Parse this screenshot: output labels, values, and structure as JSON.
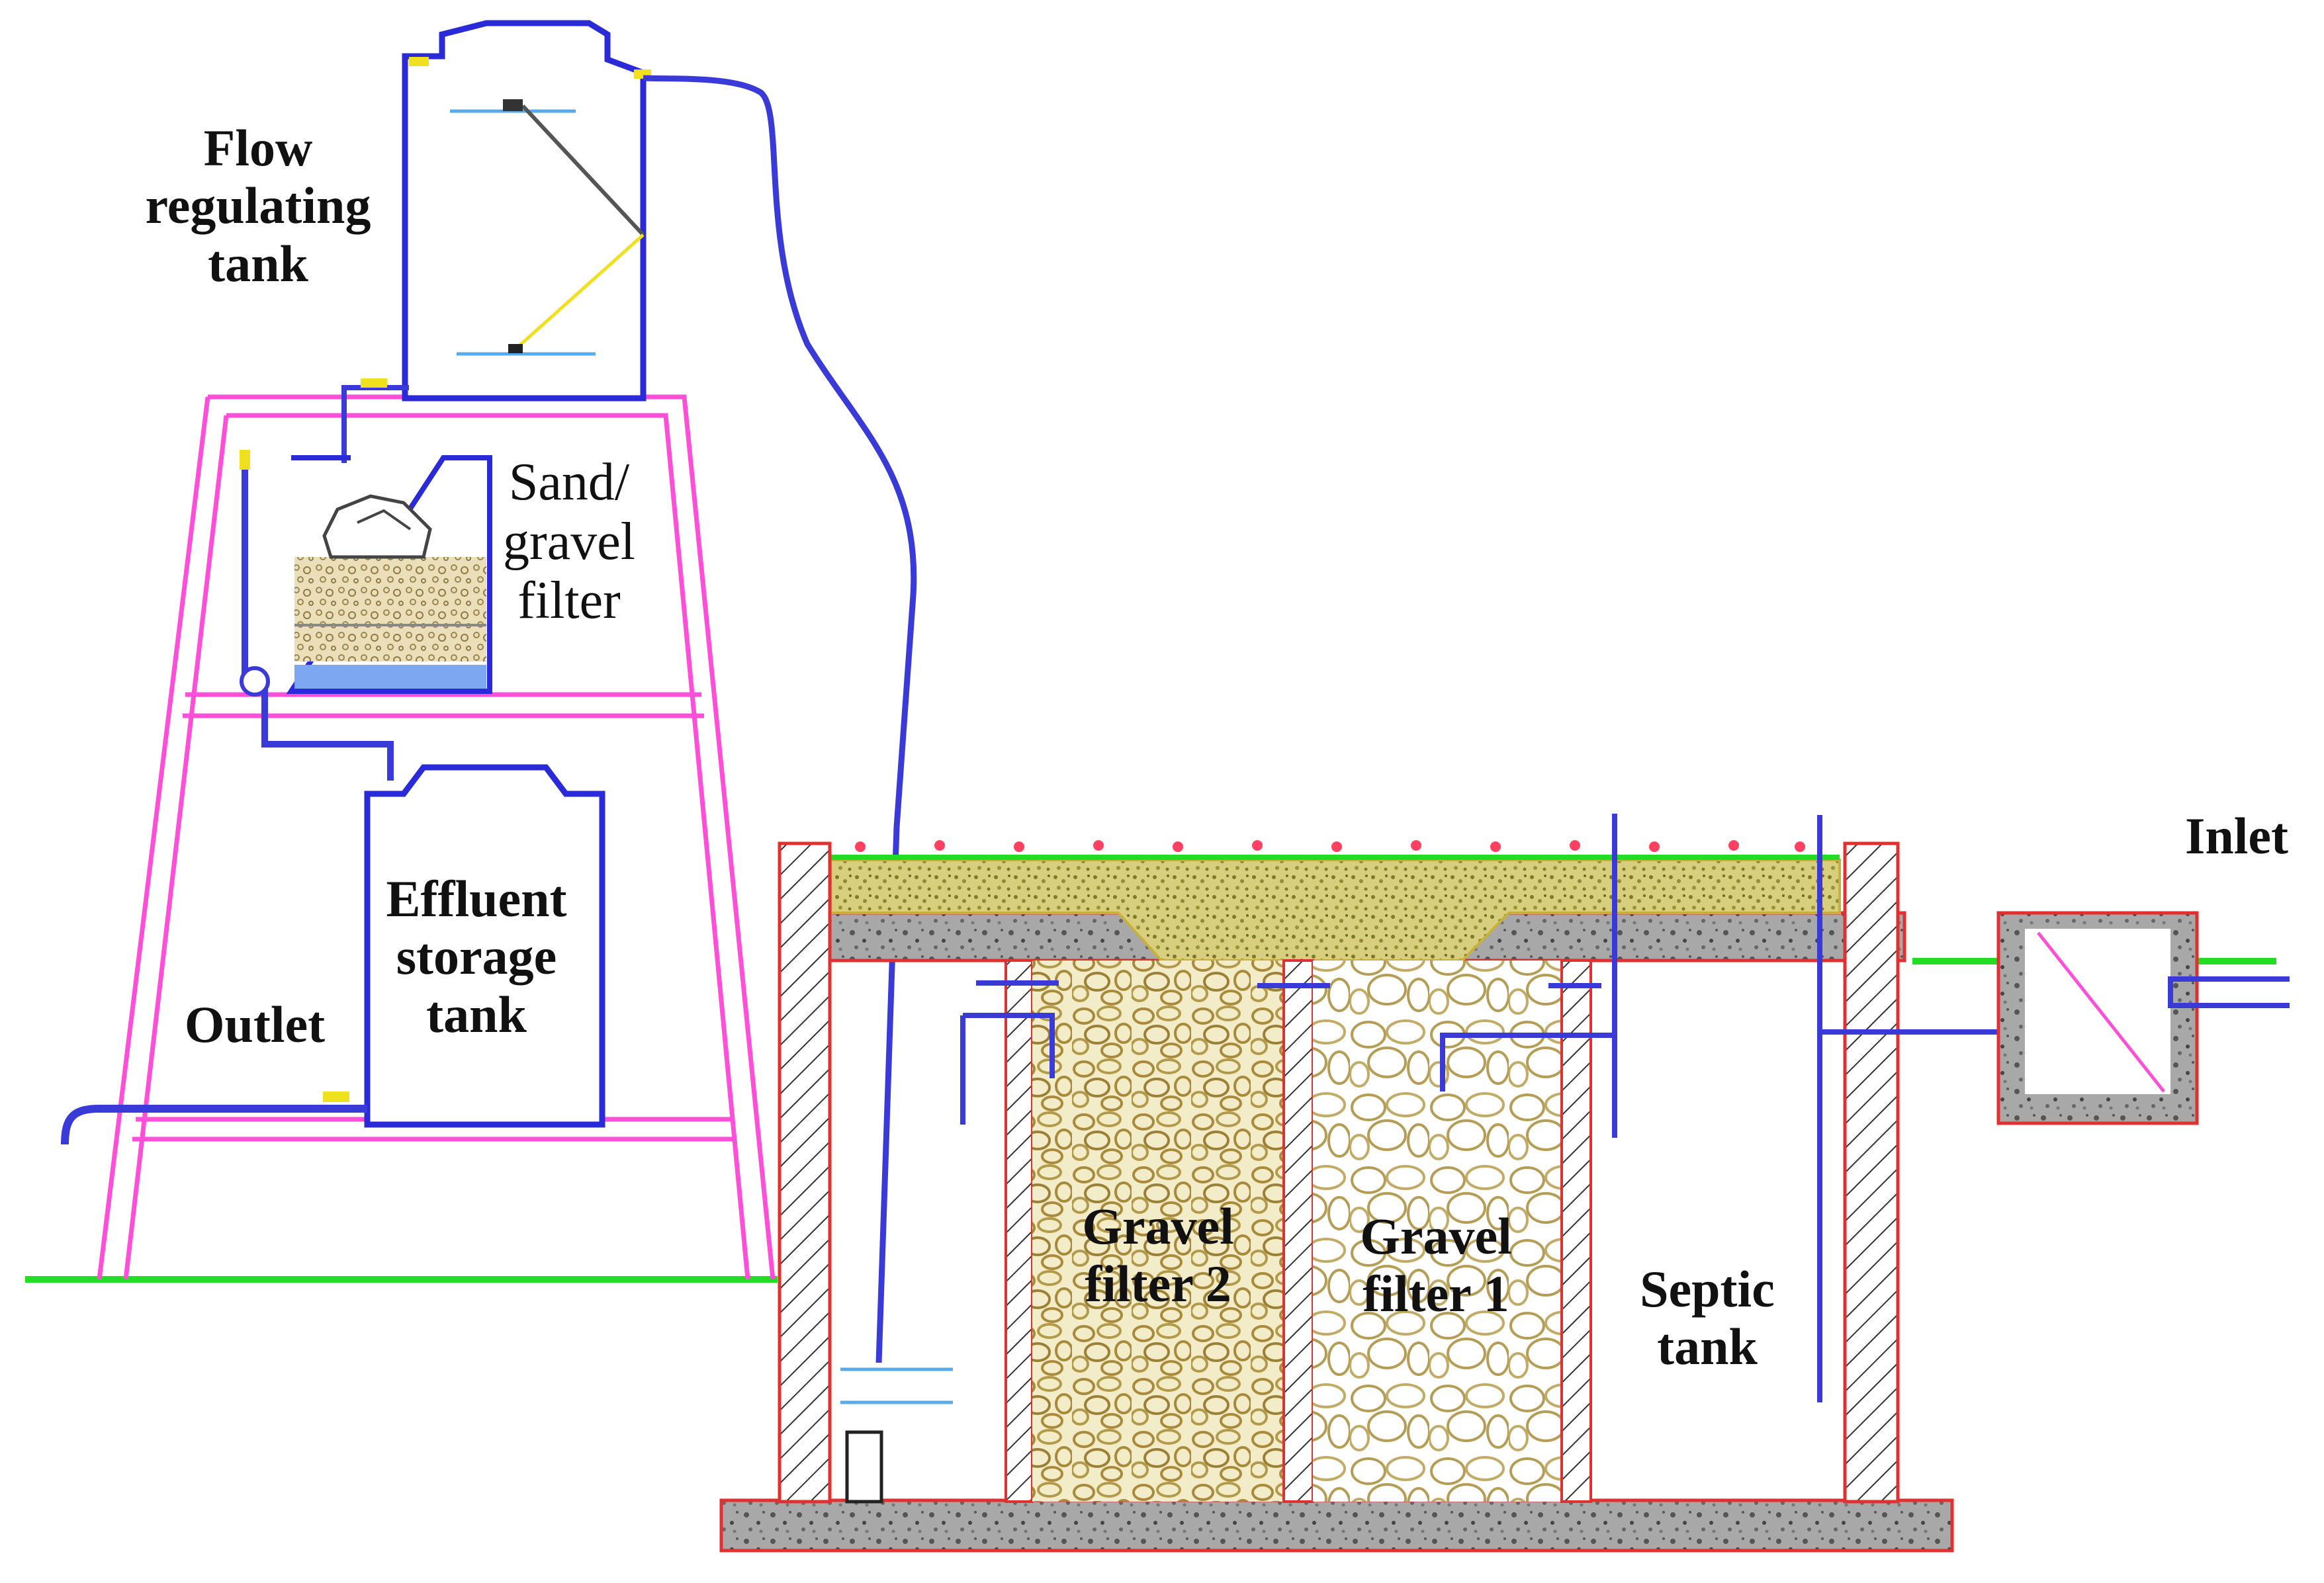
{
  "colors": {
    "frame": "#ff4fd8",
    "pipe": "#3a3ad8",
    "pipe_light": "#8fa6ff",
    "ground": "#22dd22",
    "wall_outline": "#e03030",
    "concrete": "#9a9a9a",
    "gravel": "#c8b060",
    "sand": "#b7b24a",
    "fitting": "#f0e020",
    "water": "#5aa9e8"
  },
  "labels": {
    "flow_regulating_tank": [
      "Flow",
      "regulating",
      "tank"
    ],
    "sand_gravel_filter": [
      "Sand/",
      "gravel",
      "filter"
    ],
    "effluent_storage_tank": [
      "Effluent",
      "storage",
      "tank"
    ],
    "outlet": "Outlet",
    "inlet": "Inlet",
    "gravel_filter_2": [
      "Gravel",
      "filter 2"
    ],
    "gravel_filter_1": [
      "Gravel",
      "filter 1"
    ],
    "septic_tank": [
      "Septic",
      "tank"
    ]
  }
}
